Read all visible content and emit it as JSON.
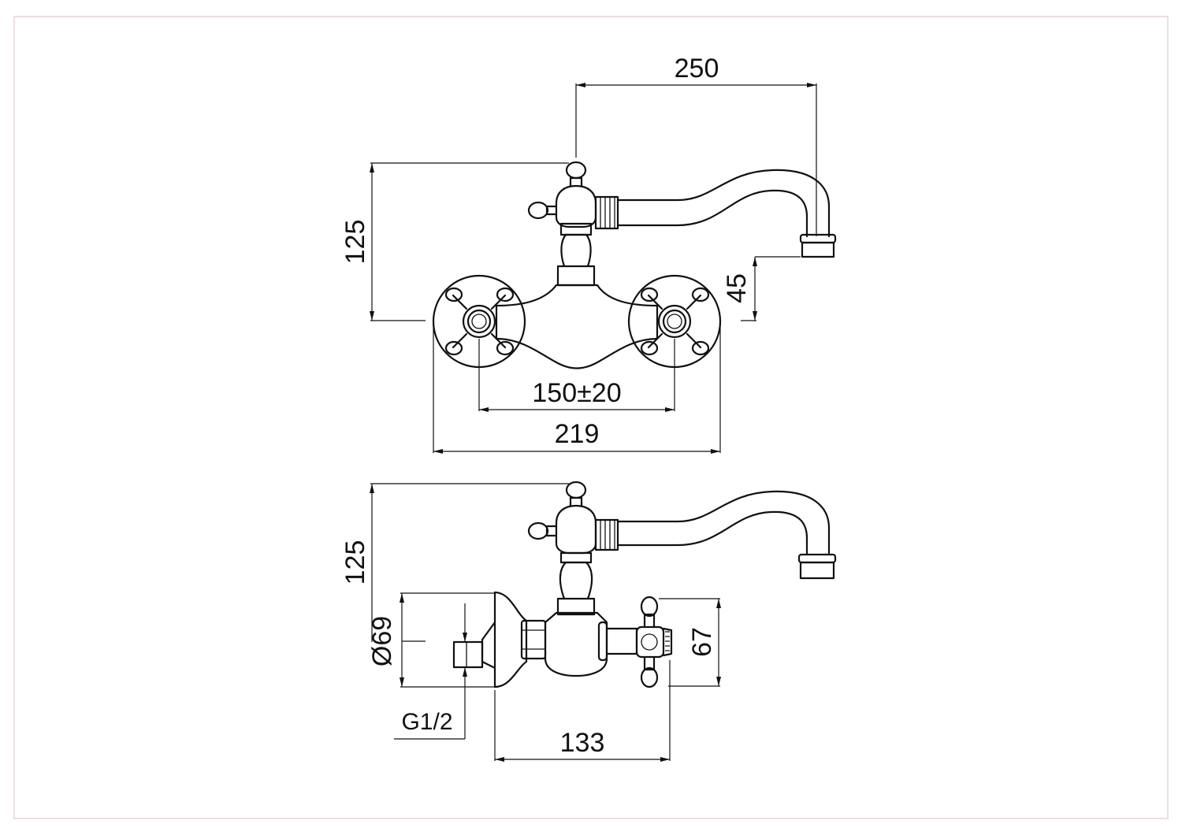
{
  "drawing": {
    "top_view": {
      "dim_spout_reach": "250",
      "dim_height": "125",
      "dim_outlet_height": "45",
      "dim_inlet_centers": "150±20",
      "dim_overall_width": "219"
    },
    "side_view": {
      "dim_height": "125",
      "dim_flange_diameter": "Ø69",
      "dim_thread": "G1/2",
      "dim_depth": "133",
      "dim_handle_height": "67"
    }
  }
}
